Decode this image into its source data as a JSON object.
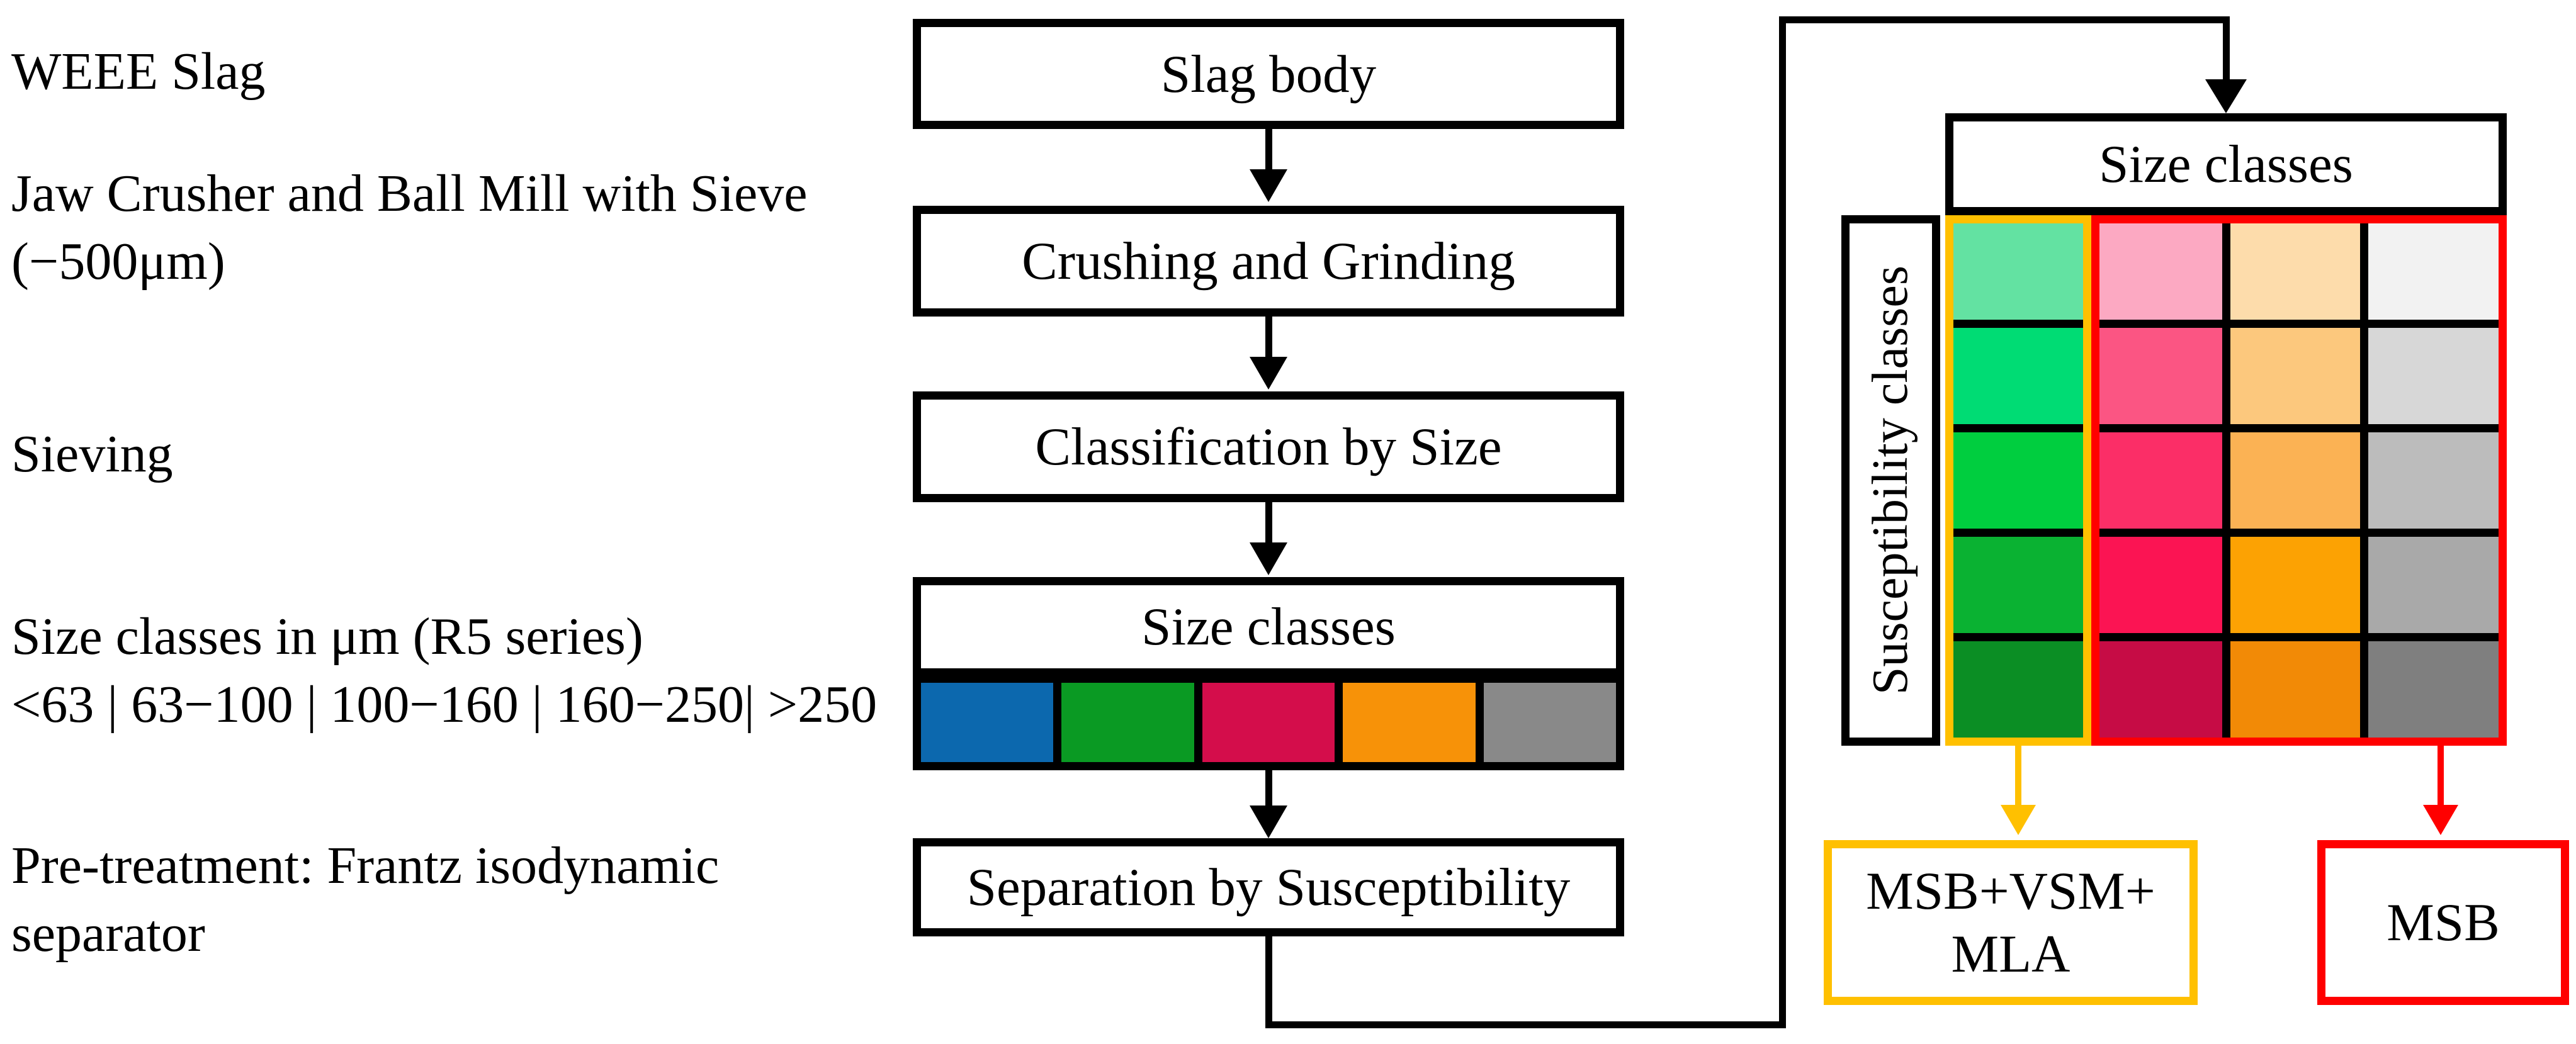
{
  "annotations": {
    "weee_slag": "WEEE Slag",
    "crusher_line1": "Jaw Crusher and Ball Mill with Sieve",
    "crusher_line2": "(−500μm)",
    "sieving": "Sieving",
    "size_series_line1": "Size classes in μm (R5 series)",
    "size_series_line2": "<63 | 63−100 | 100−160 | 160−250| >250",
    "pretreatment_line1": "Pre-treatment: Frantz isodynamic",
    "pretreatment_line2": "separator"
  },
  "flowchart": {
    "slag_body": "Slag body",
    "crushing": "Crushing and Grinding",
    "classification": "Classification by Size",
    "size_classes": "Size classes",
    "separation": "Separation by Susceptibility",
    "size_class_colors": [
      "#0C68AE",
      "#0A9A23",
      "#D40D4B",
      "#F79208",
      "#898989"
    ],
    "line_color": "#000000"
  },
  "matrix": {
    "column_header": "Size classes",
    "row_header": "Susceptibility classes",
    "cell_colors": [
      [
        "#63E2A2",
        "#FCA9C2",
        "#FDDCAB",
        "#F2F2F2"
      ],
      [
        "#00DC74",
        "#FB5583",
        "#FCC87D",
        "#D7D7D7"
      ],
      [
        "#00CE3F",
        "#FB2E67",
        "#FBB254",
        "#BCBCBC"
      ],
      [
        "#0AB232",
        "#FB1453",
        "#FCA203",
        "#A9A9A9"
      ],
      [
        "#0B8E24",
        "#C60C45",
        "#F28A06",
        "#7F7F7F"
      ]
    ],
    "magnetic_outline_color": "#FFC000",
    "nonmagnetic_outline_color": "#FF0000"
  },
  "outputs": {
    "magnetic_line1": "MSB+VSM+",
    "magnetic_line2": "MLA",
    "magnetic_border_color": "#FFC000",
    "nonmagnetic_label": "MSB",
    "nonmagnetic_border_color": "#FF0000"
  }
}
